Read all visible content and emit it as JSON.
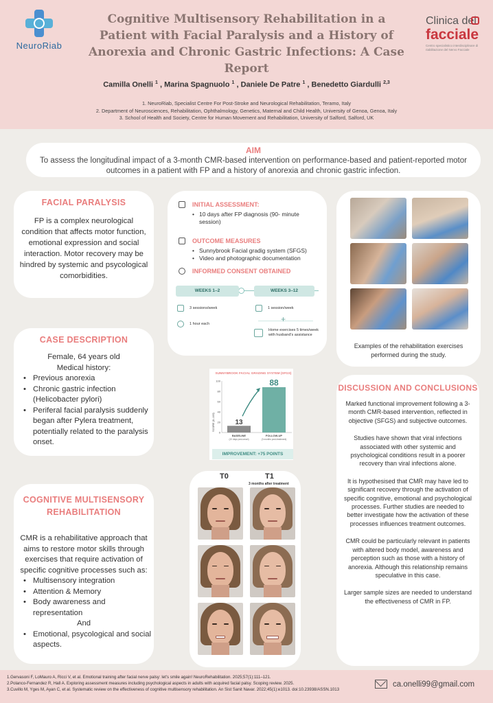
{
  "header": {
    "logo_left": "NeuroRiab",
    "logo_right": {
      "line1": "Clinica del",
      "line2": "facciale",
      "tagline": "Centro specialistico interdisciplinare di riabilitazione del Nervo Facciale"
    },
    "title": "Cognitive Multisensory Rehabilitation in a Patient with Facial Paralysis and a History of Anorexia and Chronic Gastric Infections: A Case Report",
    "authors": [
      {
        "name": "Camilla Onelli",
        "sup": "1"
      },
      {
        "name": "Marina Spagnuolo",
        "sup": "1"
      },
      {
        "name": "Daniele De Patre",
        "sup": "1"
      },
      {
        "name": "Benedetto Giardulli",
        "sup": "2,3"
      }
    ],
    "affiliations": [
      "1. NeuroRiab, Specialist Centre For Post-Stroke and Neurological Rehabilitation, Teramo, Italy",
      "2. Department of Neurosciences, Rehabilitation, Ophthalmology, Genetics, Maternal and Child Health, University of Genoa, Genoa, Italy",
      "3. School of Health and Society, Centre for Human Movement and Rehabilitation, University of Salford, Salford, UK"
    ]
  },
  "aim": {
    "heading": "AIM",
    "text": "To assess the longitudinal impact of a 3-month CMR-based intervention on performance-based and patient-reported motor outcomes in a patient with FP and a history of anorexia and chronic gastric infection."
  },
  "facial_paralysis": {
    "heading": "FACIAL PARALYSIS",
    "text": "FP is a complex neurological condition that affects motor function, emotional expression and social interaction. Motor recovery may be hindred by systemic and psycological comorbidities."
  },
  "case_description": {
    "heading": "CASE DESCRIPTION",
    "line1": "Female, 64 years old",
    "line2": "Medical history:",
    "items": [
      "Previous anorexia",
      "Chronic gastric infection (Helicobacter pylori)",
      "Periferal facial paralysis suddenly began after Pylera treatment, potentially related to the paralysis onset."
    ]
  },
  "cmr": {
    "heading": "COGNITIVE MULTISENSORY REHABILITATION",
    "intro": "CMR is a rehabilitative approach that aims to restore motor skills through exercises that require activation of specific cognitive processes such as:",
    "items": [
      "Multisensory integration",
      "Attention & Memory",
      "Body awareness and representation"
    ],
    "and": "And",
    "items2": [
      "Emotional, psycological and social aspects."
    ]
  },
  "assessment": {
    "initial_heading": "INITIAL ASSESSMENT:",
    "initial_items": [
      "10 days after FP diagnosis (90- minute session)"
    ],
    "outcome_heading": "OUTCOME MEASURES",
    "outcome_items": [
      "Sunnybrook Facial gradig system (SFGS)",
      "Video and photographic documentation"
    ],
    "consent": "INFORMED CONSENT OBTAINED",
    "weeks_a": "WEEKS 1–2",
    "weeks_b": "WEEKS 3–12",
    "a_items": [
      "3 sessions/week",
      "1 hour each"
    ],
    "b_items": [
      "1 session/week",
      "Home exercises 5 times/week with husband's assistance"
    ]
  },
  "chart_data": {
    "type": "bar",
    "title": "SUNNYBROOK FACIAL GRADING SYSTEM (SFGS)",
    "ylabel": "SCORE (0–100)",
    "ylim": [
      0,
      100
    ],
    "yticks": [
      0,
      20,
      40,
      60,
      80,
      100
    ],
    "categories": [
      "BASELINE",
      "FOLLOW-UP"
    ],
    "category_notes": [
      "(10 days post-onset)",
      "(3 months post-treatment)"
    ],
    "values": [
      13,
      88
    ],
    "colors": [
      "#8b8b8b",
      "#6fb0a5"
    ],
    "annotation": "IMPROVEMENT: +75 POINTS"
  },
  "photos": {
    "caption": "Examples of the rehabilitation exercises performed during the study."
  },
  "comparison": {
    "t0": "T0",
    "t1": "T1",
    "t1_sub": "3 months after treatment"
  },
  "discussion": {
    "heading": "DISCUSSION AND CONCLUSIONS",
    "paragraphs": [
      "Marked functional improvement following a 3-month CMR-based intervention, reflected in objective (SFGS) and subjective outcomes.",
      "Studies have shown that viral infections associated with other systemic and psychological conditions result in a poorer recovery than viral infections alone.",
      "It is hypothesised that CMR may have led to significant recovery through the activation of specific cognitive, emotional and psychological processes. Further studies are needed to better investigate how the activation of these processes influences treatment outcomes.",
      "CMR could be particularly relevant in patients with altered body model, awareness and perception such as those with a history of anorexia. Although this relationship remains speculative in this case.",
      "Larger sample sizes are needed to understand the effectiveness of CMR in FP."
    ]
  },
  "footer": {
    "refs": [
      "1.Gervasoni F, LoMauro A, Ricci V, et al. Emotional training after facial nerve palsy: let's smile again! NeuroRehabilitation. 2025;57(1):111–121.",
      "2.Polanco-Fernandez R, Hall A. Exploring assessment measures including psychological aspects in adults with acquired facial palsy. Scoping review. 2025.",
      "3.Cuvillo M, Yges M, Ayan C, et al. Systematic review on the effectiveness of cognitive multisensory rehabilitation. An Sist Sanit Navar. 2022;45(1):e1013. doi:10.23938/ASSN.1013"
    ],
    "email": "ca.onelli99@gmail.com"
  },
  "colors": {
    "accent": "#e97d7d",
    "header_bg": "#f3d7d5",
    "teal": "#6fb0a5",
    "title": "#8a7571"
  },
  "icons": [
    "calendar-icon",
    "camera-icon",
    "check-icon",
    "clock-icon",
    "home-icon",
    "mail-icon"
  ]
}
